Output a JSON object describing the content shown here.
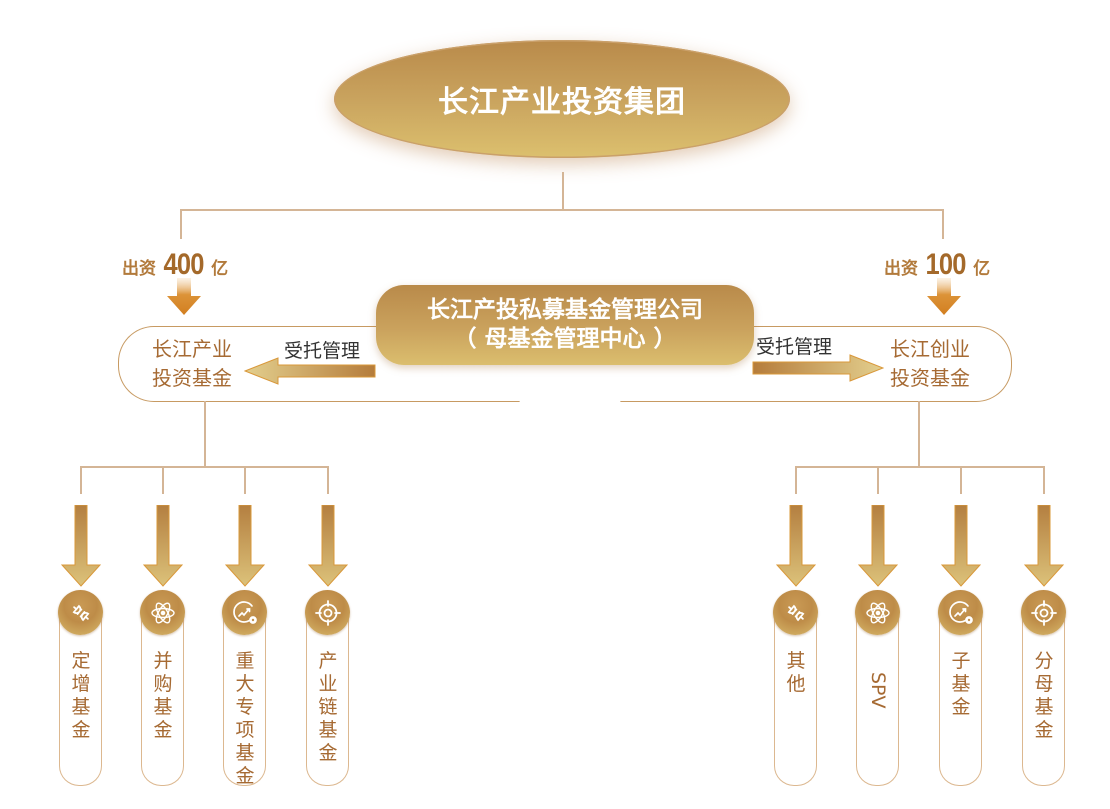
{
  "root": {
    "title": "长江产业投资集团"
  },
  "management": {
    "line1": "长江产投私募基金管理公司",
    "line2": "（ 母基金管理中心 ）"
  },
  "left_branch": {
    "invest_prefix": "出资",
    "invest_amount": "400",
    "invest_unit": "亿",
    "trust_label": "受托管理",
    "fund_line1": "长江产业",
    "fund_line2": "投资基金",
    "children": [
      {
        "label": "定增基金",
        "icon": "plug-icon"
      },
      {
        "label": "并购基金",
        "icon": "atom-icon"
      },
      {
        "label": "重大专项基金",
        "icon": "growth-gear-icon"
      },
      {
        "label": "产业链基金",
        "icon": "target-icon"
      }
    ]
  },
  "right_branch": {
    "invest_prefix": "出资",
    "invest_amount": "100",
    "invest_unit": "亿",
    "trust_label": "受托管理",
    "fund_line1": "长江创业",
    "fund_line2": "投资基金",
    "children": [
      {
        "label": "其他",
        "icon": "plug-icon"
      },
      {
        "label": "SPV",
        "icon": "atom-icon"
      },
      {
        "label": "子基金",
        "icon": "growth-gear-icon"
      },
      {
        "label": "分母基金",
        "icon": "target-icon"
      }
    ]
  },
  "colors": {
    "gold_dark": "#b98a4a",
    "gold_light": "#dcc06e",
    "text_brown": "#a66a33",
    "line": "#d4b596",
    "orange_arrow": "#d98b2b"
  }
}
